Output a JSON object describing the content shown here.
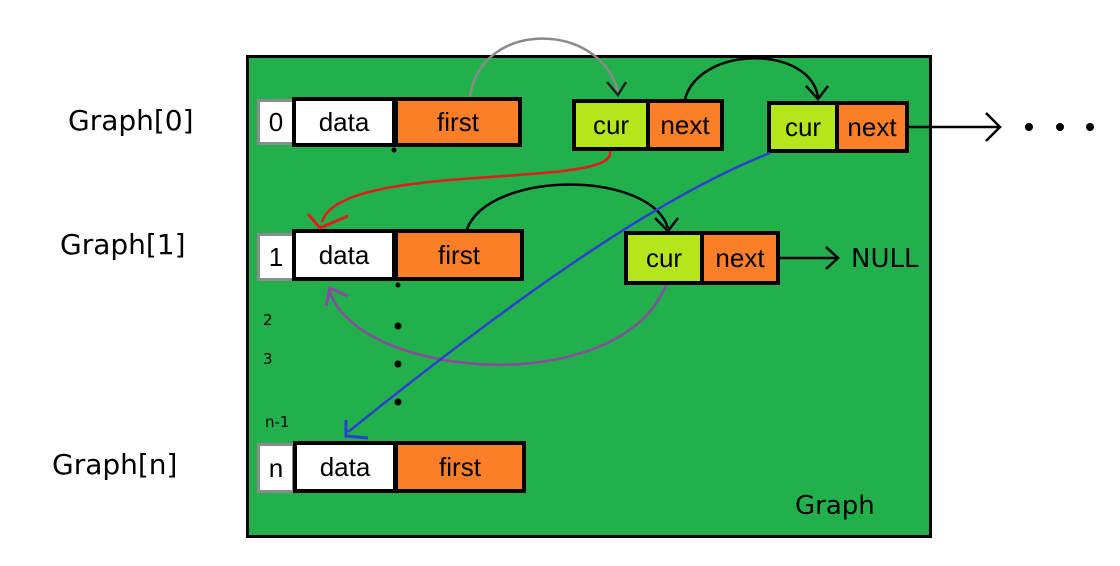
{
  "rows": [
    {
      "label": "Graph[0]",
      "index": "0",
      "data": "data",
      "first": "first"
    },
    {
      "label": "Graph[1]",
      "index": "1",
      "data": "data",
      "first": "first"
    },
    {
      "label": "Graph[n]",
      "index": "n",
      "data": "data",
      "first": "first"
    }
  ],
  "nodes": [
    {
      "cur": "cur",
      "next": "next"
    },
    {
      "cur": "cur",
      "next": "next"
    },
    {
      "cur": "cur",
      "next": "next"
    }
  ],
  "extra_indices": [
    "2",
    "3",
    "n-1"
  ],
  "null_label": "NULL",
  "panel_label": "Graph",
  "colors": {
    "panel": "#22b04c",
    "first_cell": "#fb7f28",
    "cur_cell": "#b5e61c",
    "red_arrow": "#e21b1b",
    "blue_arrow": "#2b3fd1",
    "purple_arrow": "#8b4a9f",
    "gray_arrow": "#8a8a8a"
  }
}
